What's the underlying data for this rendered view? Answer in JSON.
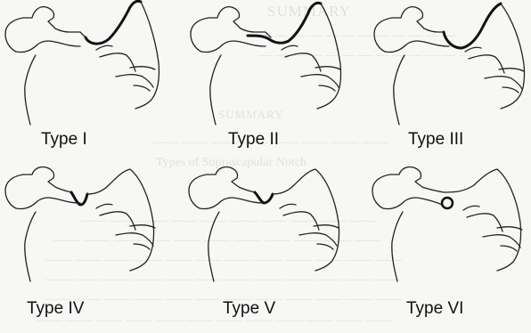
{
  "figure": {
    "labels": [
      "Type I",
      "Type II",
      "Type III",
      "Type IV",
      "Type V",
      "Type VI"
    ]
  }
}
